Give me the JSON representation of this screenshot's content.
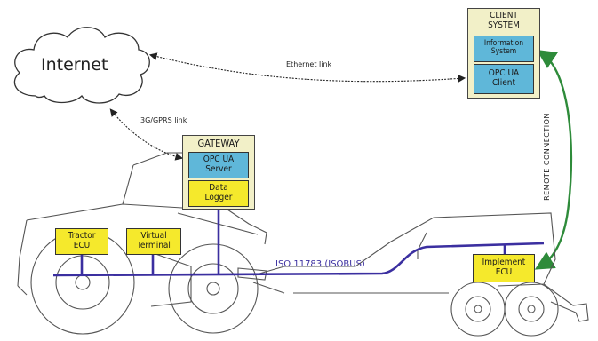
{
  "internet_label": "Internet",
  "ethernet_link": "Ethernet link",
  "gprs_link": "3G/GPRS link",
  "remote_connection": "REMOTE CONNECTION",
  "isobus_label": "ISO 11783 (ISOBUS)",
  "client": {
    "title_line1": "CLIENT",
    "title_line2": "SYSTEM",
    "info_line1": "Information",
    "info_line2": "System",
    "opc_line1": "OPC UA",
    "opc_line2": "Client"
  },
  "gateway": {
    "title": "GATEWAY",
    "opc_line1": "OPC UA",
    "opc_line2": "Server",
    "data_line1": "Data",
    "data_line2": "Logger"
  },
  "tractor_ecu": {
    "line1": "Tractor",
    "line2": "ECU"
  },
  "virtual_terminal": {
    "line1": "Virtual",
    "line2": "Terminal"
  },
  "implement_ecu": {
    "line1": "Implement",
    "line2": "ECU"
  },
  "colors": {
    "bus": "#3b2fa0",
    "remote": "#2e8b3a",
    "box_yellow": "#f5e92c",
    "box_blue": "#5fb7d9",
    "box_outer": "#f2f0c8"
  }
}
